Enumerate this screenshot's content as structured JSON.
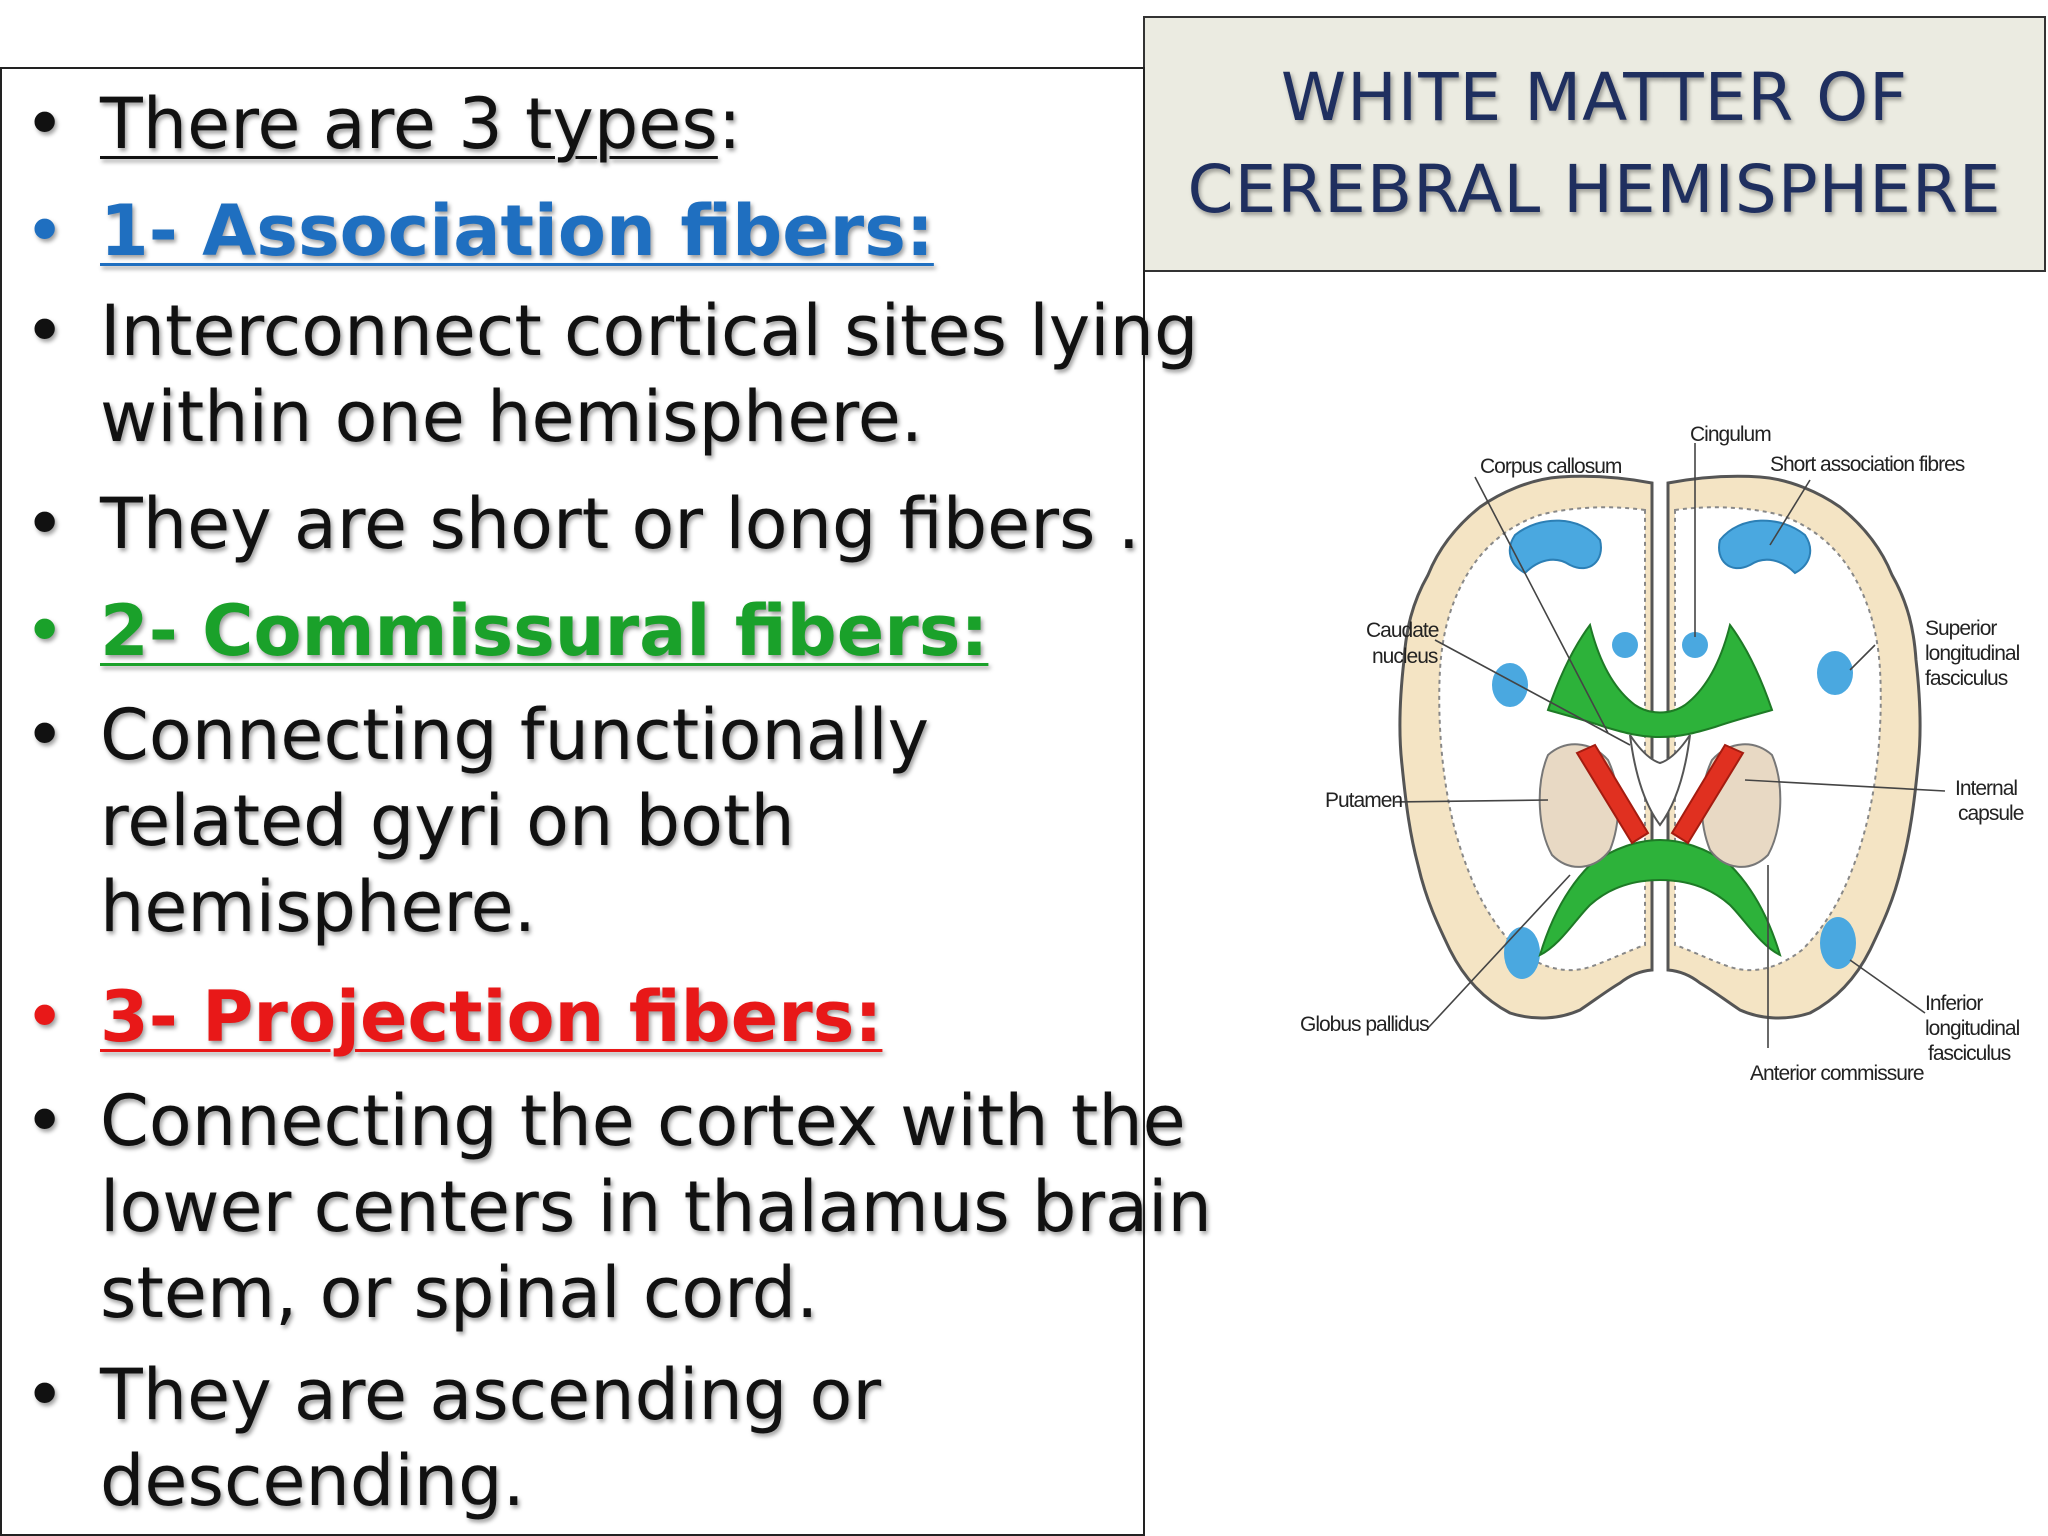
{
  "title": {
    "line1": "WHITE MATTER OF",
    "line2": "CEREBRAL HEMISPHERE"
  },
  "bullet_symbol": "•",
  "bullets": [
    {
      "lines": [
        "There are 3 types"
      ],
      "suffix": ":",
      "style": "underline"
    },
    {
      "lines": [
        "1- Association fibers:"
      ],
      "style": "heading-blue"
    },
    {
      "lines": [
        "Interconnect cortical sites lying",
        "within one hemisphere."
      ],
      "style": "normal"
    },
    {
      "lines": [
        "They are short or long fibers ."
      ],
      "style": "normal"
    },
    {
      "lines": [
        "2- Commissural fibers:"
      ],
      "style": "heading-green"
    },
    {
      "lines": [
        "Connecting  functionally",
        "related gyri on both",
        "hemisphere."
      ],
      "style": "normal"
    },
    {
      "lines": [
        "3- Projection fibers:"
      ],
      "style": "heading-red"
    },
    {
      "lines": [
        "Connecting the cortex with the",
        "lower centers in thalamus brain",
        "stem, or spinal cord."
      ],
      "style": "normal"
    },
    {
      "lines": [
        "They are ascending or",
        "descending."
      ],
      "style": "normal"
    }
  ],
  "diagram": {
    "labels": {
      "cingulum": "Cingulum",
      "corpus_callosum": "Corpus callosum",
      "short_association": "Short association fibres",
      "caudate_1": "Caudate",
      "caudate_2": "nucleus",
      "superior_1": "Superior",
      "superior_2": "longitudinal",
      "superior_3": "fasciculus",
      "putamen": "Putamen",
      "internal_1": "Internal",
      "internal_2": "capsule",
      "globus": "Globus pallidus",
      "inferior_1": "Inferior",
      "inferior_2": "longitudinal",
      "inferior_3": "fasciculus",
      "anterior": "Anterior commissure"
    },
    "colors": {
      "cortex": "#f4e4c4",
      "outline": "#555555",
      "association": "#4aa8e0",
      "commissural": "#2db23a",
      "projection": "#e03020",
      "nucleus": "#e8d9c4"
    }
  },
  "colors": {
    "title_text": "#1f2f5f",
    "title_bg": "#ebebe1",
    "blue": "#1f6fc0",
    "green": "#1aa12a",
    "red": "#e81818"
  }
}
